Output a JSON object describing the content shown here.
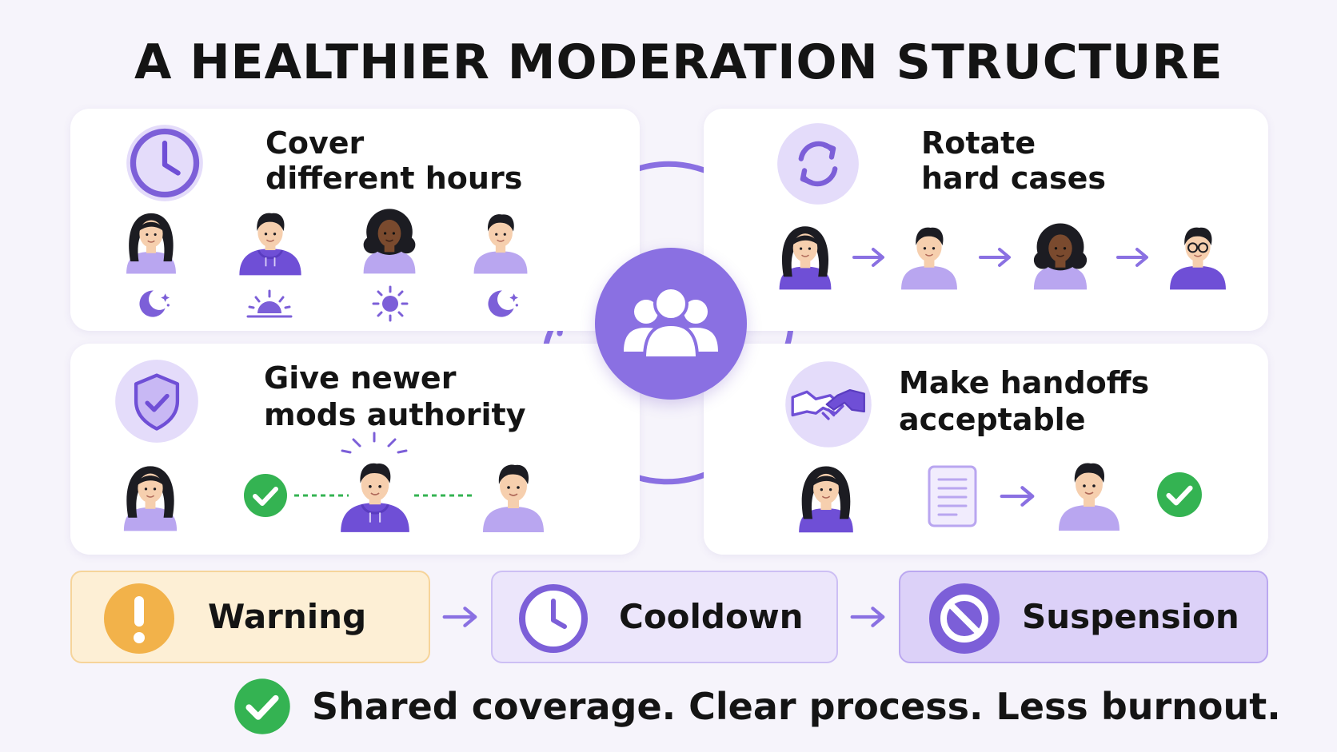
{
  "title": "A HEALTHIER MODERATION STRUCTURE",
  "cards": {
    "cover_hours": {
      "line1": "Cover",
      "line2": "different hours"
    },
    "rotate_cases": {
      "line1": "Rotate",
      "line2": "hard cases"
    },
    "newer_mods": {
      "line1": "Give newer",
      "line2": "mods authority"
    },
    "handoffs": {
      "line1": "Make handoffs",
      "line2": "acceptable"
    }
  },
  "steps": [
    {
      "label": "Warning",
      "icon": "exclamation-icon",
      "color": "#f2b24a"
    },
    {
      "label": "Cooldown",
      "icon": "clock-icon",
      "color": "#7c5fd8"
    },
    {
      "label": "Suspension",
      "icon": "prohibited-icon",
      "color": "#7c5fd8"
    }
  ],
  "tagline": "Shared coverage. Clear process. Less burnout.",
  "colors": {
    "accent": "#8a70e2",
    "accent_dark": "#6f4fd6",
    "accent_light": "#b9a6f0",
    "success": "#34b352",
    "warning": "#f2b24a",
    "skin_light": "#f6cfae",
    "skin_dark": "#7a4a2e",
    "hair": "#1c1c22"
  }
}
